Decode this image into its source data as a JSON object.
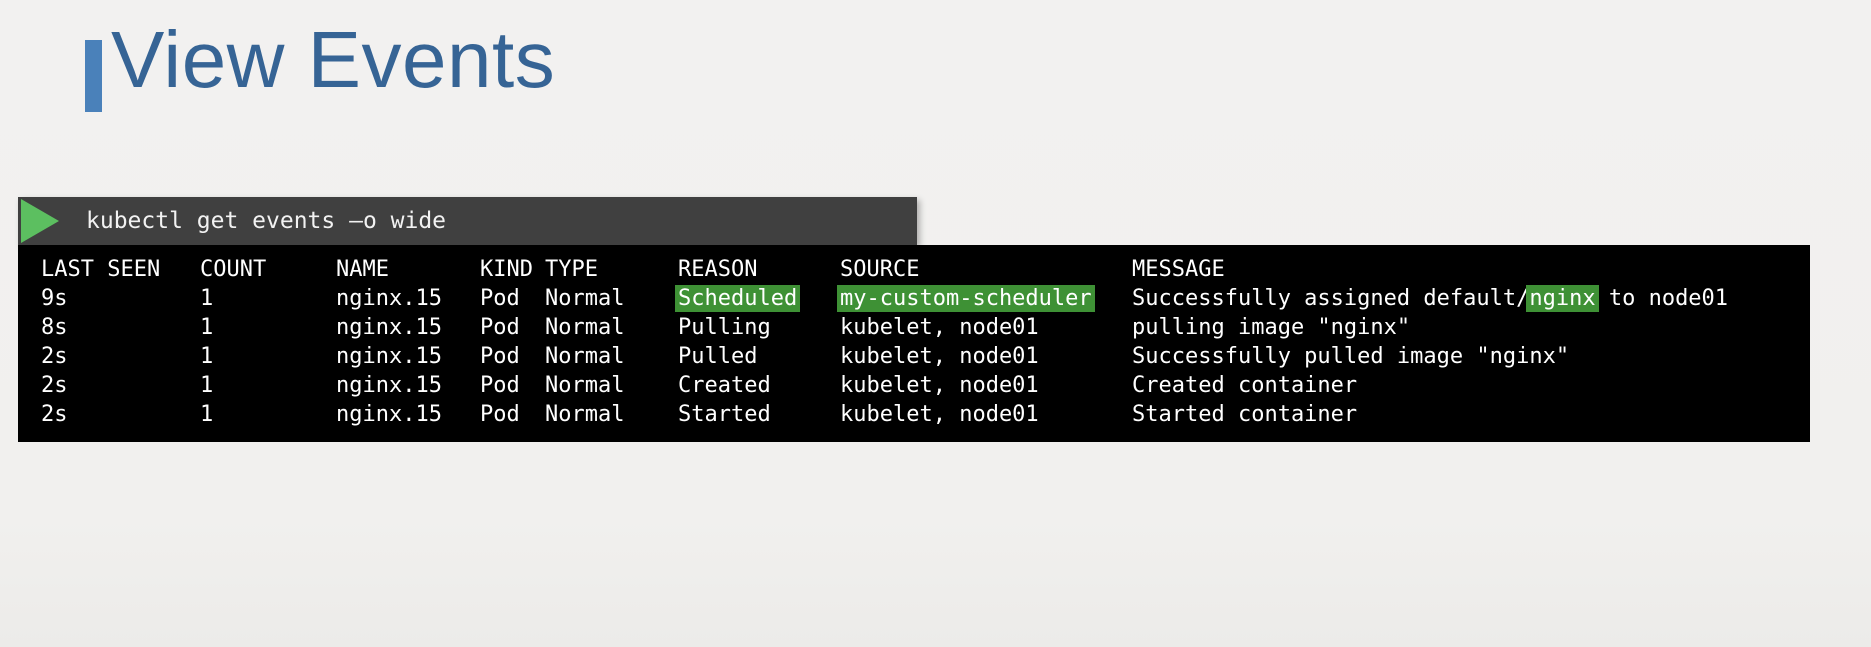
{
  "slide": {
    "title": "View Events",
    "title_color": "#366495",
    "accent_bar_color": "#4a81ba",
    "background_color": "#f1f0ee"
  },
  "terminal": {
    "command": "kubectl get events –o wide",
    "play_icon_color": "#5cbf60",
    "command_bar_bg": "#404040",
    "command_text_color": "#f2f2f2",
    "body_bg": "#000000",
    "text_color": "#ffffff",
    "highlight_bg": "#3e9135",
    "columns": [
      "LAST SEEN",
      "COUNT",
      "NAME",
      "KIND",
      "TYPE",
      "REASON",
      "SOURCE",
      "MESSAGE"
    ],
    "rows": [
      [
        [
          {
            "t": "9s"
          }
        ],
        [
          {
            "t": "1"
          }
        ],
        [
          {
            "t": "nginx.15"
          }
        ],
        [
          {
            "t": "Pod"
          }
        ],
        [
          {
            "t": "Normal"
          }
        ],
        [
          {
            "t": "Scheduled",
            "hl": true
          }
        ],
        [
          {
            "t": "my-custom-scheduler",
            "hl": true
          }
        ],
        [
          {
            "t": "Successfully assigned default/"
          },
          {
            "t": "nginx",
            "hl": true
          },
          {
            "t": " to node01"
          }
        ]
      ],
      [
        [
          {
            "t": "8s"
          }
        ],
        [
          {
            "t": "1"
          }
        ],
        [
          {
            "t": "nginx.15"
          }
        ],
        [
          {
            "t": "Pod"
          }
        ],
        [
          {
            "t": "Normal"
          }
        ],
        [
          {
            "t": "Pulling"
          }
        ],
        [
          {
            "t": "kubelet, node01"
          }
        ],
        [
          {
            "t": "pulling image \"nginx\""
          }
        ]
      ],
      [
        [
          {
            "t": "2s"
          }
        ],
        [
          {
            "t": "1"
          }
        ],
        [
          {
            "t": "nginx.15"
          }
        ],
        [
          {
            "t": "Pod"
          }
        ],
        [
          {
            "t": "Normal"
          }
        ],
        [
          {
            "t": "Pulled"
          }
        ],
        [
          {
            "t": "kubelet, node01"
          }
        ],
        [
          {
            "t": "Successfully pulled image \"nginx\""
          }
        ]
      ],
      [
        [
          {
            "t": "2s"
          }
        ],
        [
          {
            "t": "1"
          }
        ],
        [
          {
            "t": "nginx.15"
          }
        ],
        [
          {
            "t": "Pod"
          }
        ],
        [
          {
            "t": "Normal"
          }
        ],
        [
          {
            "t": "Created"
          }
        ],
        [
          {
            "t": "kubelet, node01"
          }
        ],
        [
          {
            "t": "Created container"
          }
        ]
      ],
      [
        [
          {
            "t": "2s"
          }
        ],
        [
          {
            "t": "1"
          }
        ],
        [
          {
            "t": "nginx.15"
          }
        ],
        [
          {
            "t": "Pod"
          }
        ],
        [
          {
            "t": "Normal"
          }
        ],
        [
          {
            "t": "Started"
          }
        ],
        [
          {
            "t": "kubelet, node01"
          }
        ],
        [
          {
            "t": "Started container"
          }
        ]
      ]
    ]
  }
}
